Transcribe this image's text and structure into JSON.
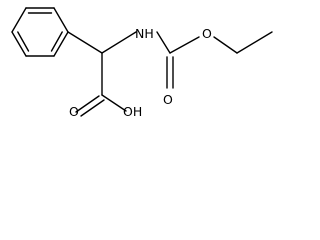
{
  "molecule": {
    "atoms": {
      "nh": "NH",
      "ester_o": "O",
      "carbonyl_o": "O",
      "acid_oh": "OH",
      "acid_o": "O"
    },
    "colors": {
      "bonds": "#000000",
      "labels": "#000000",
      "background": "#ffffff"
    }
  }
}
